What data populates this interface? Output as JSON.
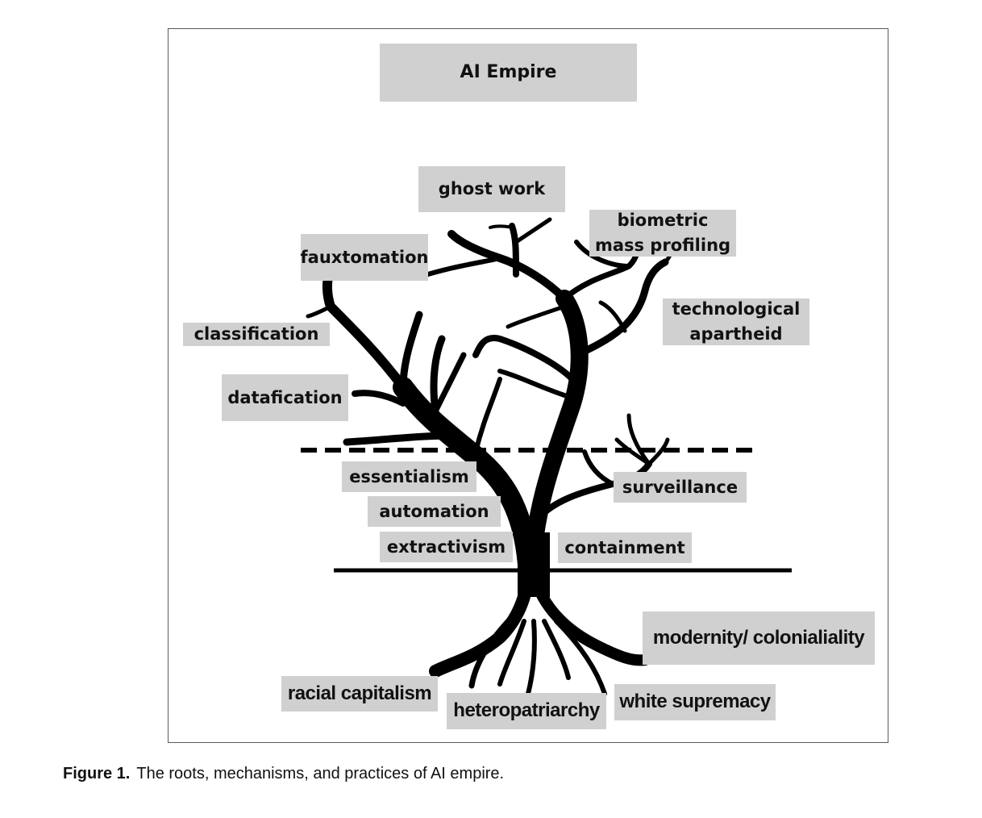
{
  "figure": {
    "title": "AI Empire",
    "caption": {
      "label": "Figure 1.",
      "text": "The roots, mechanisms, and practices of AI empire."
    },
    "colors": {
      "label_background": "#d0d0d0",
      "tree": "#000000",
      "frame_border": "#5a5a5a"
    },
    "dividers": {
      "upper": "dashed",
      "lower": "solid"
    },
    "practices": [
      {
        "line1": "ghost work",
        "line2": ""
      },
      {
        "line1": "biometric",
        "line2": "mass profiling"
      },
      {
        "line1": "fauxtomation",
        "line2": ""
      },
      {
        "line1": "technological",
        "line2": "apartheid"
      },
      {
        "line1": "classification",
        "line2": ""
      },
      {
        "line1": "datafication",
        "line2": ""
      }
    ],
    "mechanisms": [
      "essentialism",
      "automation",
      "extractivism",
      "surveillance",
      "containment"
    ],
    "roots": [
      "modernity/ colonialiality",
      "racial capitalism",
      "heteropatriarchy",
      "white supremacy"
    ]
  }
}
